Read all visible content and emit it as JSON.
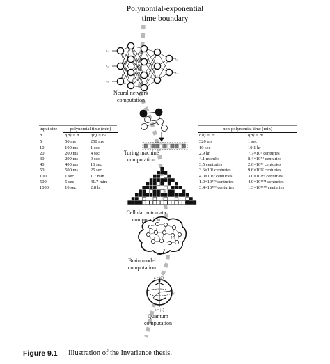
{
  "title": [
    "Polynomial-exponential",
    "time boundary"
  ],
  "models": {
    "neural_network": [
      "Neural network",
      "computation"
    ],
    "turing_machine": [
      "Turing machine",
      "computation"
    ],
    "cellular_automata": [
      "Cellular automata",
      "computation"
    ],
    "brain_model": [
      "Brain model",
      "computation"
    ],
    "quantum": [
      "Quantum",
      "computation"
    ]
  },
  "nn_inputs": [
    "x₁",
    "x₂",
    "x₃"
  ],
  "nn_outputs": [
    "y₁",
    "y₂"
  ],
  "quantum_labels": [
    "z = |0⟩",
    "y",
    "-z = |1⟩"
  ],
  "left_table": {
    "group_header": "polynomial time (min)",
    "first_header": "input size",
    "subheaders": [
      "n",
      "t(n) = n",
      "t(n) = n²"
    ],
    "rows": [
      [
        "5",
        "50 ms",
        "250 ms"
      ],
      [
        "10",
        "100 ms",
        "1 sec"
      ],
      [
        "20",
        "200 ms",
        "4 sec"
      ],
      [
        "30",
        "299 ms",
        "9 sec"
      ],
      [
        "40",
        "400 ms",
        "16 sec"
      ],
      [
        "50",
        "500 ms",
        "25 sec"
      ],
      [
        "100",
        "1 sec",
        "1.7 min"
      ],
      [
        "500",
        "5 sec",
        "41.7 min"
      ],
      [
        "1000",
        "10 sec",
        "2.8 hr"
      ]
    ]
  },
  "right_table": {
    "group_header": "non-polynomial time (min)",
    "subheaders": [
      "t(n) = 2ⁿ",
      "t(n) = n!"
    ],
    "rows": [
      [
        "320 ms",
        "1 sec"
      ],
      [
        "10 sec",
        "10.1 hr"
      ],
      [
        "2.9 hr",
        "7.7×10⁹ centuries"
      ],
      [
        "4.1 months",
        "8.4×10²⁰ centuries"
      ],
      [
        "3.5 centuries",
        "2.6×10³⁶ centuries"
      ],
      [
        "3.6×10⁵ centuries",
        "9.6×10⁵² centuries"
      ],
      [
        "4.0×10¹⁹ centuries",
        "3.0×10¹⁴⁶ centuries"
      ],
      [
        "1.0×10¹³⁹ centuries",
        "4.0×10¹¹²⁴ centuries"
      ],
      [
        "3.4×10²⁸⁹ centuries",
        "1.3×10²⁵⁵⁸ centuries"
      ]
    ]
  },
  "caption": {
    "label": "Figure 9.1",
    "text": "Illustration of the Invariance thesis."
  }
}
